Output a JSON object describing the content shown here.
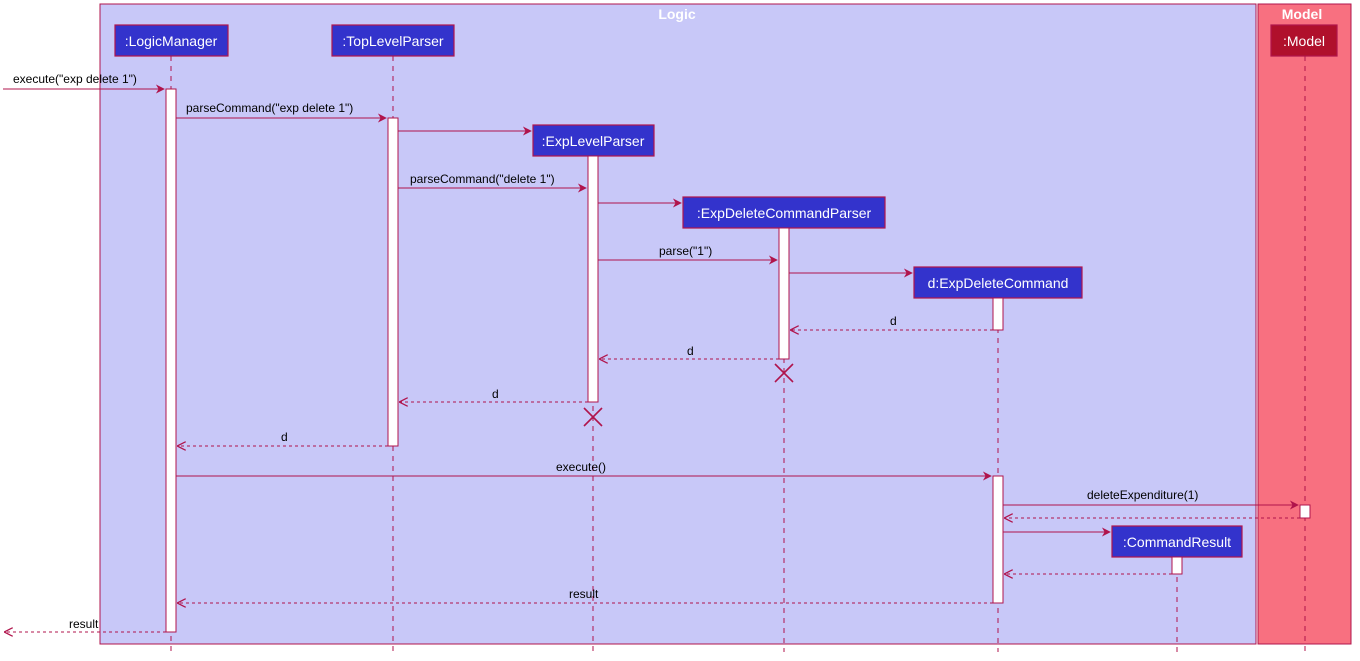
{
  "colors": {
    "logic_fill": "#c8c8f8",
    "model_fill": "#f87080",
    "line": "#b0144c",
    "participant_fill": "#3333cc",
    "model_participant_fill": "#b0102c",
    "activation_fill": "#ffffff"
  },
  "packages": {
    "logic": {
      "label": "Logic"
    },
    "model": {
      "label": "Model"
    }
  },
  "participants": {
    "logic_manager": ":LogicManager",
    "top_level_parser": ":TopLevelParser",
    "exp_level_parser": ":ExpLevelParser",
    "exp_delete_command_parser": ":ExpDeleteCommandParser",
    "exp_delete_command": "d:ExpDeleteCommand",
    "command_result": ":CommandResult",
    "model": ":Model"
  },
  "messages": {
    "m1": "execute(\"exp delete 1\")",
    "m2": "parseCommand(\"exp delete 1\")",
    "m3": "parseCommand(\"delete 1\")",
    "m4": "parse(\"1\")",
    "r1": "d",
    "r2": "d",
    "r3": "d",
    "r4": "d",
    "m5": "execute()",
    "m6": "deleteExpenditure(1)",
    "r5": "result",
    "r6": "result"
  }
}
